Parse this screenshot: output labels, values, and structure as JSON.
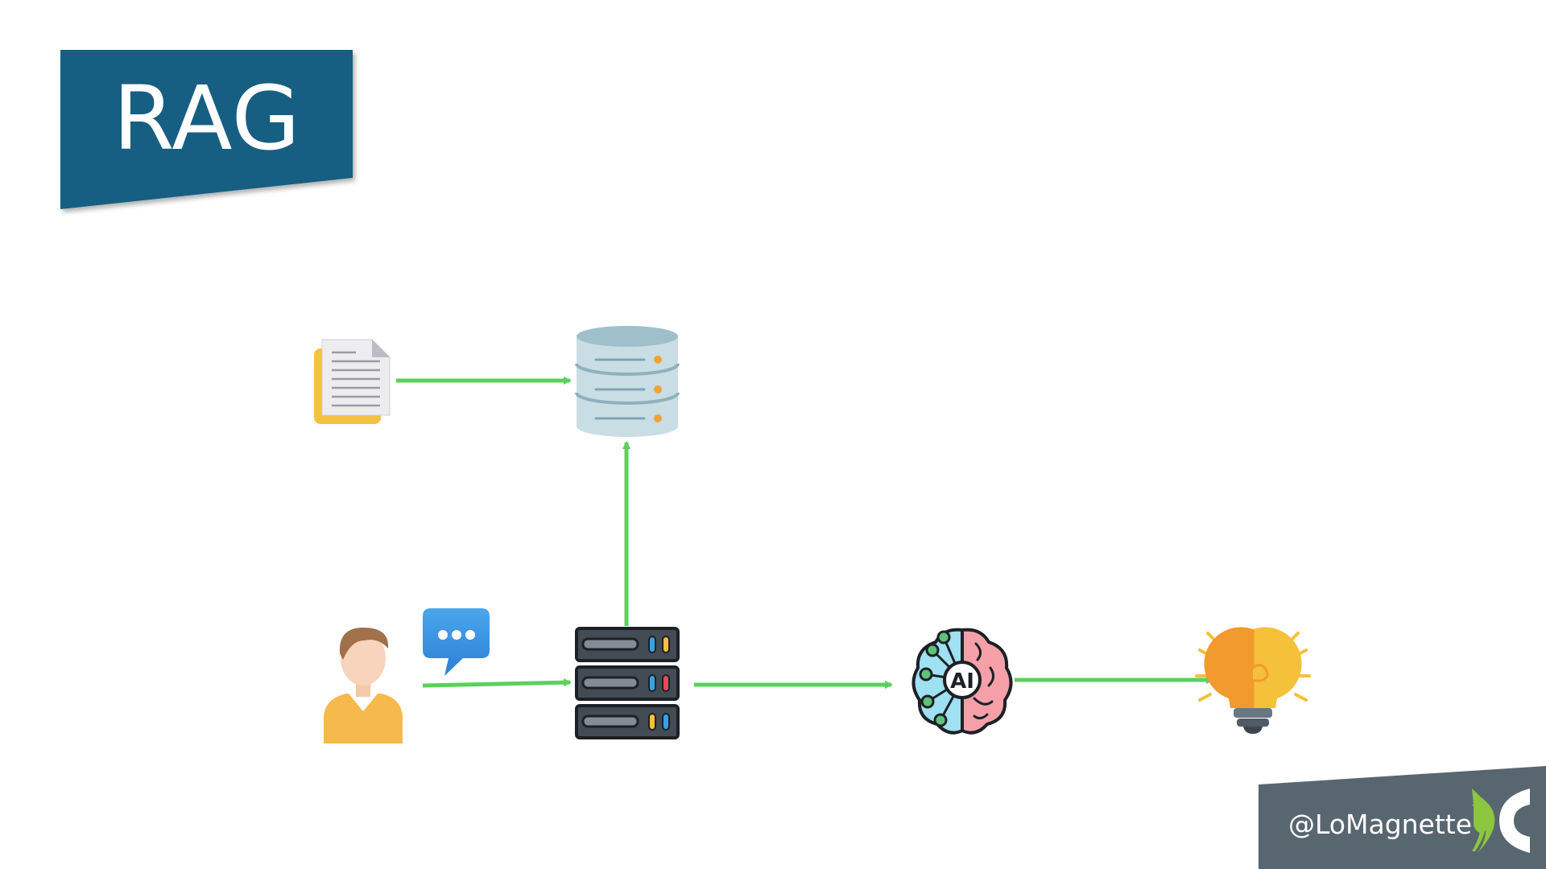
{
  "slide": {
    "title": "RAG",
    "footer_handle": "@LoMagnette"
  },
  "diagram": {
    "nodes": [
      {
        "id": "document-icon"
      },
      {
        "id": "database-icon"
      },
      {
        "id": "user-icon"
      },
      {
        "id": "chat-bubble-icon"
      },
      {
        "id": "server-icon"
      },
      {
        "id": "ai-brain-icon",
        "label": "AI"
      },
      {
        "id": "lightbulb-icon"
      }
    ],
    "edges": [
      {
        "from": "document-icon",
        "to": "database-icon"
      },
      {
        "from": "server-icon",
        "to": "database-icon"
      },
      {
        "from": "user-icon",
        "to": "server-icon"
      },
      {
        "from": "server-icon",
        "to": "ai-brain-icon"
      },
      {
        "from": "ai-brain-icon",
        "to": "lightbulb-icon"
      }
    ]
  },
  "colors": {
    "title_banner": "#175f82",
    "footer_banner": "#586670",
    "arrow": "#5bd05d",
    "logo_green": "#8cc63e"
  }
}
